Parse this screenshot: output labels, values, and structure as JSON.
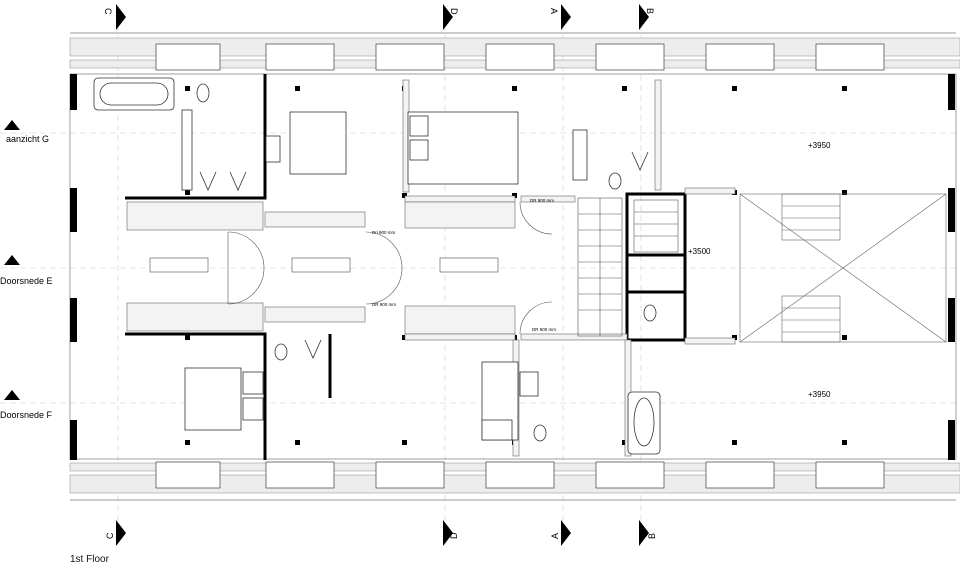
{
  "drawing": {
    "caption": "1st Floor",
    "section_letters": [
      "C",
      "D",
      "A",
      "B"
    ],
    "side_labels": [
      "aanzicht G",
      "Doorsnede E",
      "Doorsnede F"
    ],
    "levels": [
      "+3950",
      "+3500",
      "+3950"
    ],
    "door_labels": [
      "Dri 900 mm",
      "DR 900 mm",
      "DR 900 mm",
      "DR 900 mm"
    ]
  },
  "colors": {
    "line": "#000000",
    "thin": "#9a9a9a",
    "dash": "#bdbdbd"
  }
}
